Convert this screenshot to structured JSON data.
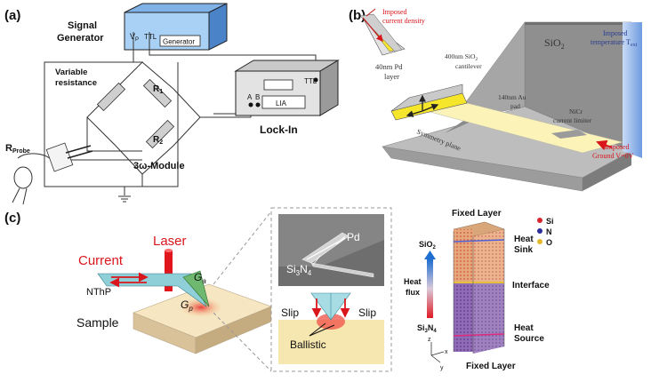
{
  "panel_a": {
    "tag": "(a)",
    "signal_generator_line1": "Signal",
    "signal_generator_line2": "Generator",
    "generator_box": "Generator",
    "vp": "V",
    "vp_sub": "P",
    "ttl_gen": "TTL",
    "variable_line1": "Variable",
    "variable_line2": "resistance",
    "r1": "R",
    "r1_sub": "1",
    "r2": "R",
    "r2_sub": "2",
    "rprobe": "R",
    "rprobe_sub": "Probe",
    "module": "3ω-Module",
    "lockin": "Lock-In",
    "lia": "LIA",
    "a": "A",
    "b": "B",
    "ttl_lia": "TTL"
  },
  "panel_b": {
    "tag": "(b)",
    "current_line1": "Imposed",
    "current_line2": "current density",
    "pd_line1": "40nm Pd",
    "pd_line2": "layer",
    "cant_line1": "400nm SiO",
    "cant_sub": "2",
    "cant_line2": "cantilever",
    "sio2": "SiO",
    "sio2_sub": "2",
    "temp_line1": "Imposed",
    "temp_line2": "temperature T",
    "temp_sub": "ext",
    "au_line1": "140nm Au",
    "au_line2": "pad",
    "nicr_line1": "NiCr",
    "nicr_line2": "current limiter",
    "symmetry": "Symmetry plane",
    "ground_line1": "Imposed",
    "ground_line2": "Ground V=0V"
  },
  "panel_c": {
    "tag": "(c)",
    "current": "Current",
    "laser": "Laser",
    "ga": "G",
    "ga_sub": "a",
    "gp": "G",
    "gp_sub": "p",
    "nthp": "NThP",
    "sample": "Sample",
    "pd": "Pd",
    "si3n4": "Si",
    "si3n4_sub1": "3",
    "si3n4_mid": "N",
    "si3n4_sub2": "4",
    "slip_left": "Slip",
    "slip_right": "Slip",
    "ballistic": "Ballistic",
    "fixed_top": "Fixed Layer",
    "fixed_bottom": "Fixed Layer",
    "heat_sink_1": "Heat",
    "heat_sink_2": "Sink",
    "interface": "Interface",
    "heat_source_1": "Heat",
    "heat_source_2": "Source",
    "heat_flux_1": "Heat",
    "heat_flux_2": "flux",
    "flux_top": "SiO",
    "flux_top_sub": "2",
    "flux_bot": "Si",
    "flux_bot_sub1": "3",
    "flux_bot_mid": "N",
    "flux_bot_sub2": "4",
    "legend": [
      {
        "label": "Si",
        "color": "#d8262b"
      },
      {
        "label": "N",
        "color": "#2c2f9a"
      },
      {
        "label": "O",
        "color": "#e5b829"
      }
    ],
    "axis_z": "z",
    "axis_x": "x",
    "axis_y": "y"
  }
}
